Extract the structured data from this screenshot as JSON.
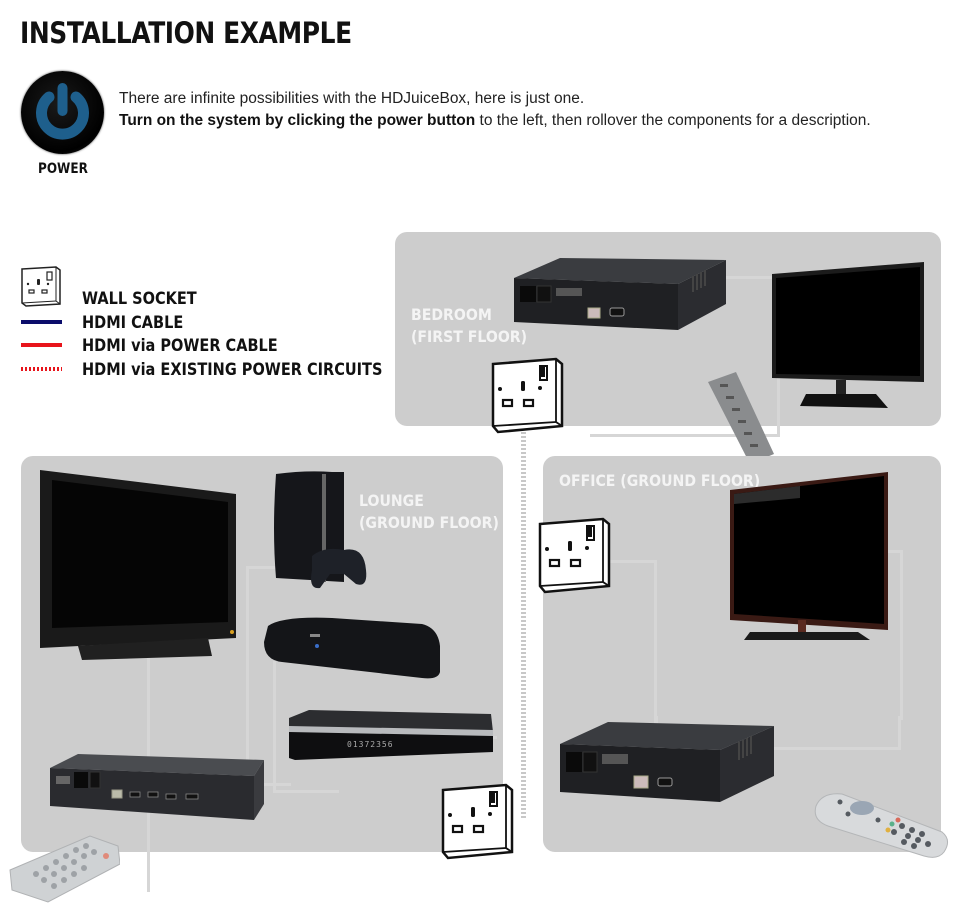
{
  "header": {
    "title": "INSTALLATION EXAMPLE"
  },
  "power": {
    "label": "POWER",
    "icon": "power-icon",
    "ring_color": "#1e5f8c",
    "bg_color": "#000000"
  },
  "intro": {
    "line1": "There are infinite possibilities with the HDJuiceBox, here is just one.",
    "line2_bold": "Turn on the system by clicking the power button",
    "line2_rest": " to the left, then rollover the components for a description."
  },
  "legend": {
    "items": [
      {
        "label": "WALL SOCKET",
        "icon": "wall-socket-icon"
      },
      {
        "label": "HDMI CABLE",
        "color": "#0b0d6b",
        "style": "solid"
      },
      {
        "label": "HDMI via POWER CABLE",
        "color": "#e8141b",
        "style": "solid"
      },
      {
        "label": "HDMI via EXISTING POWER CIRCUITS",
        "color": "#e8141b",
        "style": "dotted"
      }
    ]
  },
  "rooms": {
    "bedroom": {
      "line1": "BEDROOM",
      "line2": "(FIRST FLOOR)"
    },
    "lounge": {
      "line1": "LOUNGE",
      "line2": "(GROUND FLOOR)"
    },
    "office": {
      "line1": "OFFICE (GROUND FLOOR)"
    }
  },
  "devices": {
    "bluray_display": "01372356"
  },
  "colors": {
    "panel": "#cdcdcd",
    "wire": "#d6d6d6",
    "room_label": "#f4f4f4"
  }
}
